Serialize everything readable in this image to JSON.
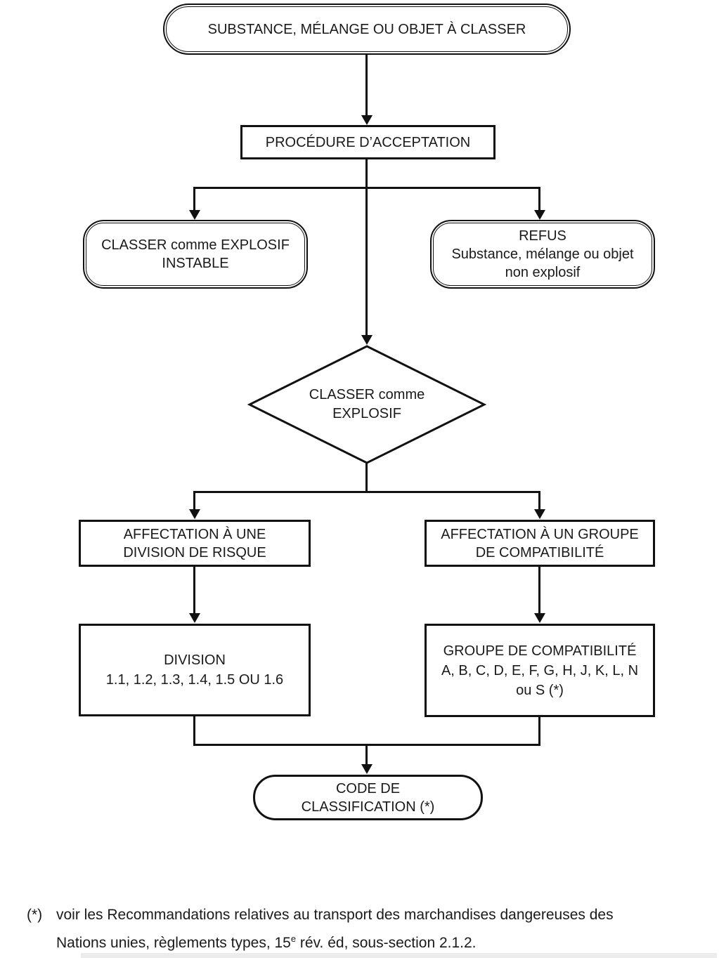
{
  "figure": {
    "background_color": "#ffffff",
    "line_color": "#111111",
    "text_color": "#1a1a1a",
    "type": "flowchart",
    "language": "fr"
  },
  "nodes": {
    "start": {
      "label": "SUBSTANCE, MÉLANGE OU OBJET À CLASSER"
    },
    "acceptance": {
      "label": "PROCÉDURE D’ACCEPTATION"
    },
    "unstable": {
      "line1": "CLASSER comme EXPLOSIF",
      "line2": "INSTABLE"
    },
    "refusal": {
      "line1": "REFUS",
      "line2": "Substance, mélange ou objet",
      "line3": "non explosif"
    },
    "decision": {
      "line1": "CLASSER comme",
      "line2": "EXPLOSIF"
    },
    "division_assignment": {
      "line1": "AFFECTATION À UNE",
      "line2": "DIVISION DE RISQUE"
    },
    "group_assignment": {
      "line1": "AFFECTATION À UN GROUPE",
      "line2": "DE COMPATIBILITÉ"
    },
    "division_result": {
      "line1": "DIVISION",
      "line2": "1.1, 1.2, 1.3, 1.4, 1.5 OU 1.6"
    },
    "group_result": {
      "line1": "GROUPE DE COMPATIBILITÉ",
      "line2": "A, B, C, D, E, F, G, H, J, K, L, N",
      "line3": "ou S (*)"
    },
    "classification_code": {
      "line1": "CODE DE",
      "line2": "CLASSIFICATION (*)"
    }
  },
  "footnote": {
    "marker": "(*)",
    "line1": "voir les Recommandations relatives au transport des marchandises dangereuses des",
    "line2_pre": "Nations unies, règlements types, 15",
    "line2_sup": "e",
    "line2_post": " rév. éd, sous-section 2.1.2."
  }
}
